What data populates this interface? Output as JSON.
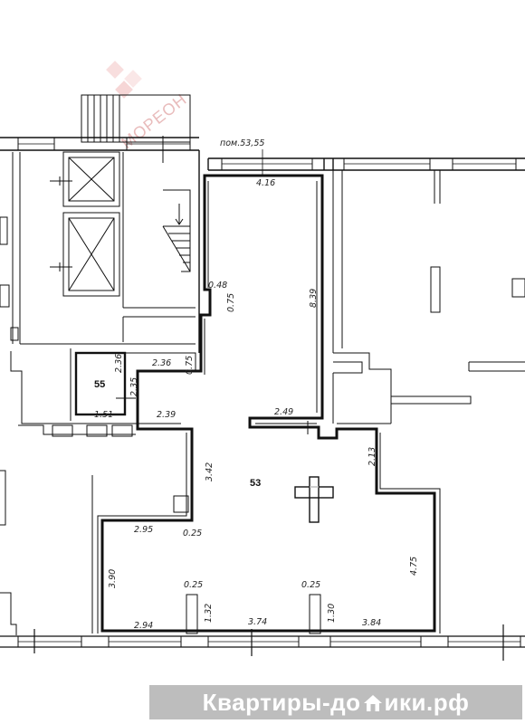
{
  "watermark": {
    "text": "МОРЕОН"
  },
  "header_label": "пом.53,55",
  "rooms": {
    "r53": "53",
    "r55": "55"
  },
  "dims": {
    "d1": "4.16",
    "d2": "8.39",
    "d3": "0.48",
    "d4": "0.75",
    "d5": "2.36",
    "d6": "2.36",
    "d7": "0.75",
    "d8": "2.35",
    "d9": "1.51",
    "d10": "2.39",
    "d11": "2.49",
    "d12": "3.42",
    "d13": "2.13",
    "d14": "2.95",
    "d15": "0.25",
    "d16": "3.90",
    "d17": "0.25",
    "d18": "0.25",
    "d19": "1.32",
    "d20": "1.30",
    "d21": "4.75",
    "d22": "2.94",
    "d23": "3.74",
    "d24": "3.84"
  },
  "banner": {
    "before": "Квартиры-до",
    "house_icon": "house-icon",
    "after": "ики.рф"
  },
  "colors": {
    "line": "#111111",
    "watermark": "#e9bcbc",
    "banner_bg": "#bdbdbd",
    "banner_text": "#ffffff"
  }
}
